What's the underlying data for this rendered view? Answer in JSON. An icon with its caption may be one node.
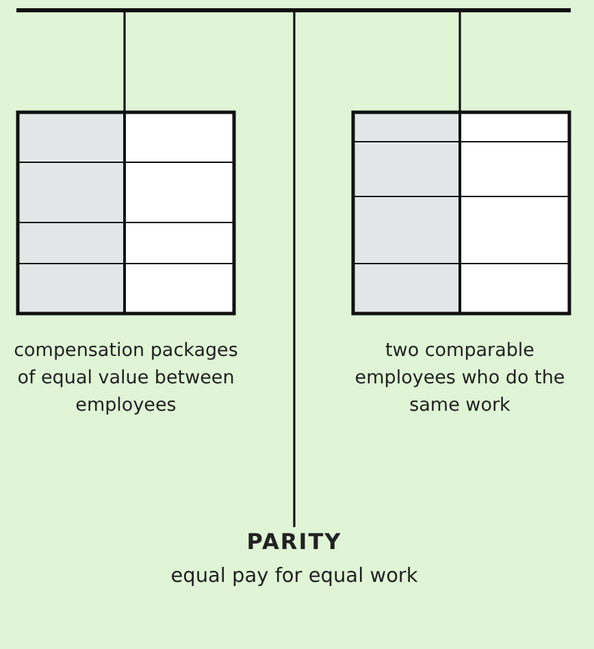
{
  "diagram": {
    "nodes": [
      {
        "text": [],
        "shape": "bar"
      },
      {
        "text": [],
        "shape": "box",
        "beside": [
          "compensation packages of equal value between employees"
        ]
      },
      {
        "text": [],
        "shape": "box",
        "beside": [
          "two comparable employees who do the same work"
        ]
      },
      {
        "text": [
          "PARITY",
          "equal pay for equal work"
        ]
      }
    ],
    "edges": [
      {
        "from": 0,
        "to": 1,
        "arrow": "none"
      },
      {
        "from": 0,
        "to": 2,
        "arrow": "none"
      },
      {
        "from": 0,
        "to": 3,
        "arrow": "none"
      }
    ]
  }
}
